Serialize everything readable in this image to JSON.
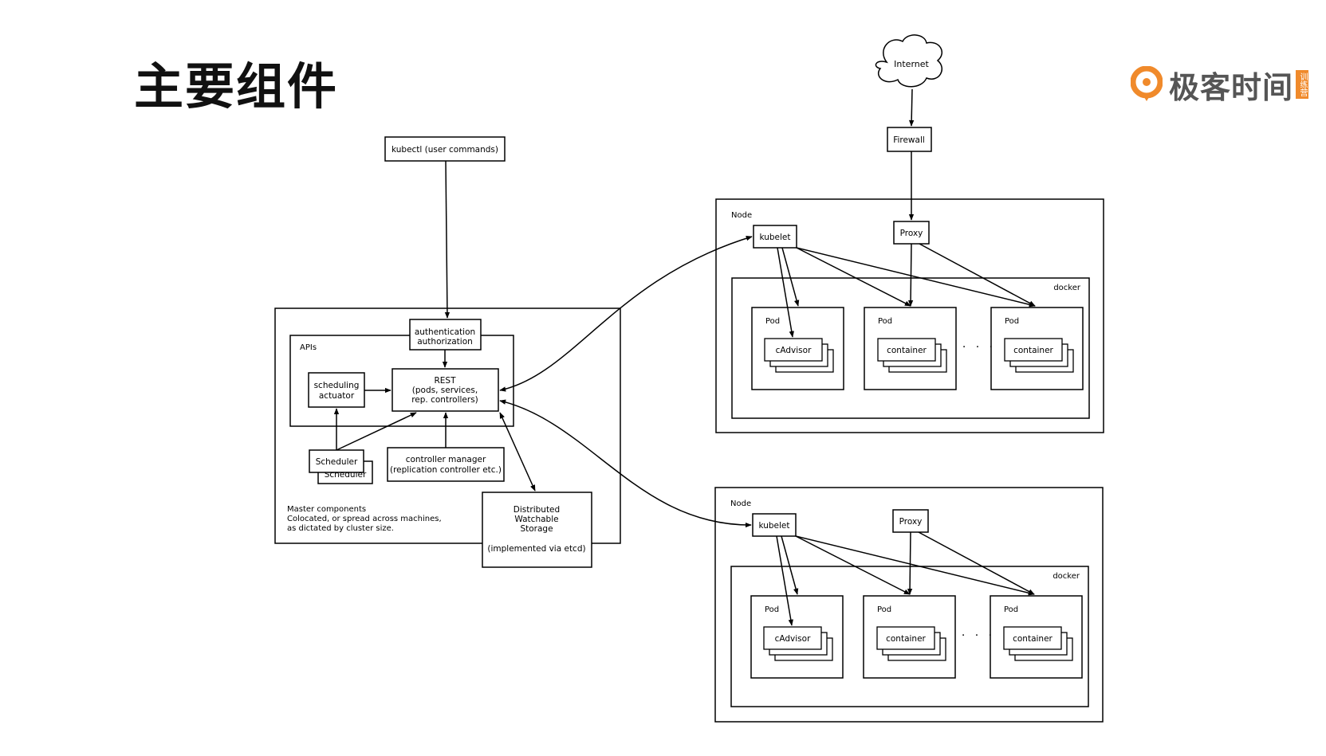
{
  "slide": {
    "title": "主要组件",
    "logo_text": "极客时间",
    "logo_tag": "训练营",
    "accent_color": "#f08a2b"
  },
  "cloud": {
    "label": "Internet"
  },
  "firewall": {
    "label": "Firewall"
  },
  "kubectl": {
    "label": "kubectl (user commands)"
  },
  "master": {
    "apis_label": "APIs",
    "auth_lines": [
      "authentication",
      "authorization"
    ],
    "rest_lines": [
      "REST",
      "(pods, services,",
      "rep. controllers)"
    ],
    "scheduling_lines": [
      "scheduling",
      "actuator"
    ],
    "scheduler_label": "Scheduler",
    "scheduler_back_label": "Scheduler",
    "controller_lines": [
      "controller manager",
      "(replication controller etc.)"
    ],
    "caption_lines": [
      "Master components",
      "Colocated, or spread across machines,",
      "as dictated by cluster size."
    ],
    "storage_lines": [
      "Distributed",
      "Watchable",
      "Storage",
      "",
      "(implemented via etcd)"
    ]
  },
  "nodes": [
    {
      "label": "Node",
      "kubelet": "kubelet",
      "proxy": "Proxy",
      "docker": "docker",
      "pods": [
        {
          "label": "Pod",
          "inner": "cAdvisor"
        },
        {
          "label": "Pod",
          "inner": "container"
        },
        {
          "label": "Pod",
          "inner": "container"
        }
      ],
      "ellipsis": "· · ·"
    },
    {
      "label": "Node",
      "kubelet": "kubelet",
      "proxy": "Proxy",
      "docker": "docker",
      "pods": [
        {
          "label": "Pod",
          "inner": "cAdvisor"
        },
        {
          "label": "Pod",
          "inner": "container"
        },
        {
          "label": "Pod",
          "inner": "container"
        }
      ],
      "ellipsis": "· · ·"
    }
  ]
}
